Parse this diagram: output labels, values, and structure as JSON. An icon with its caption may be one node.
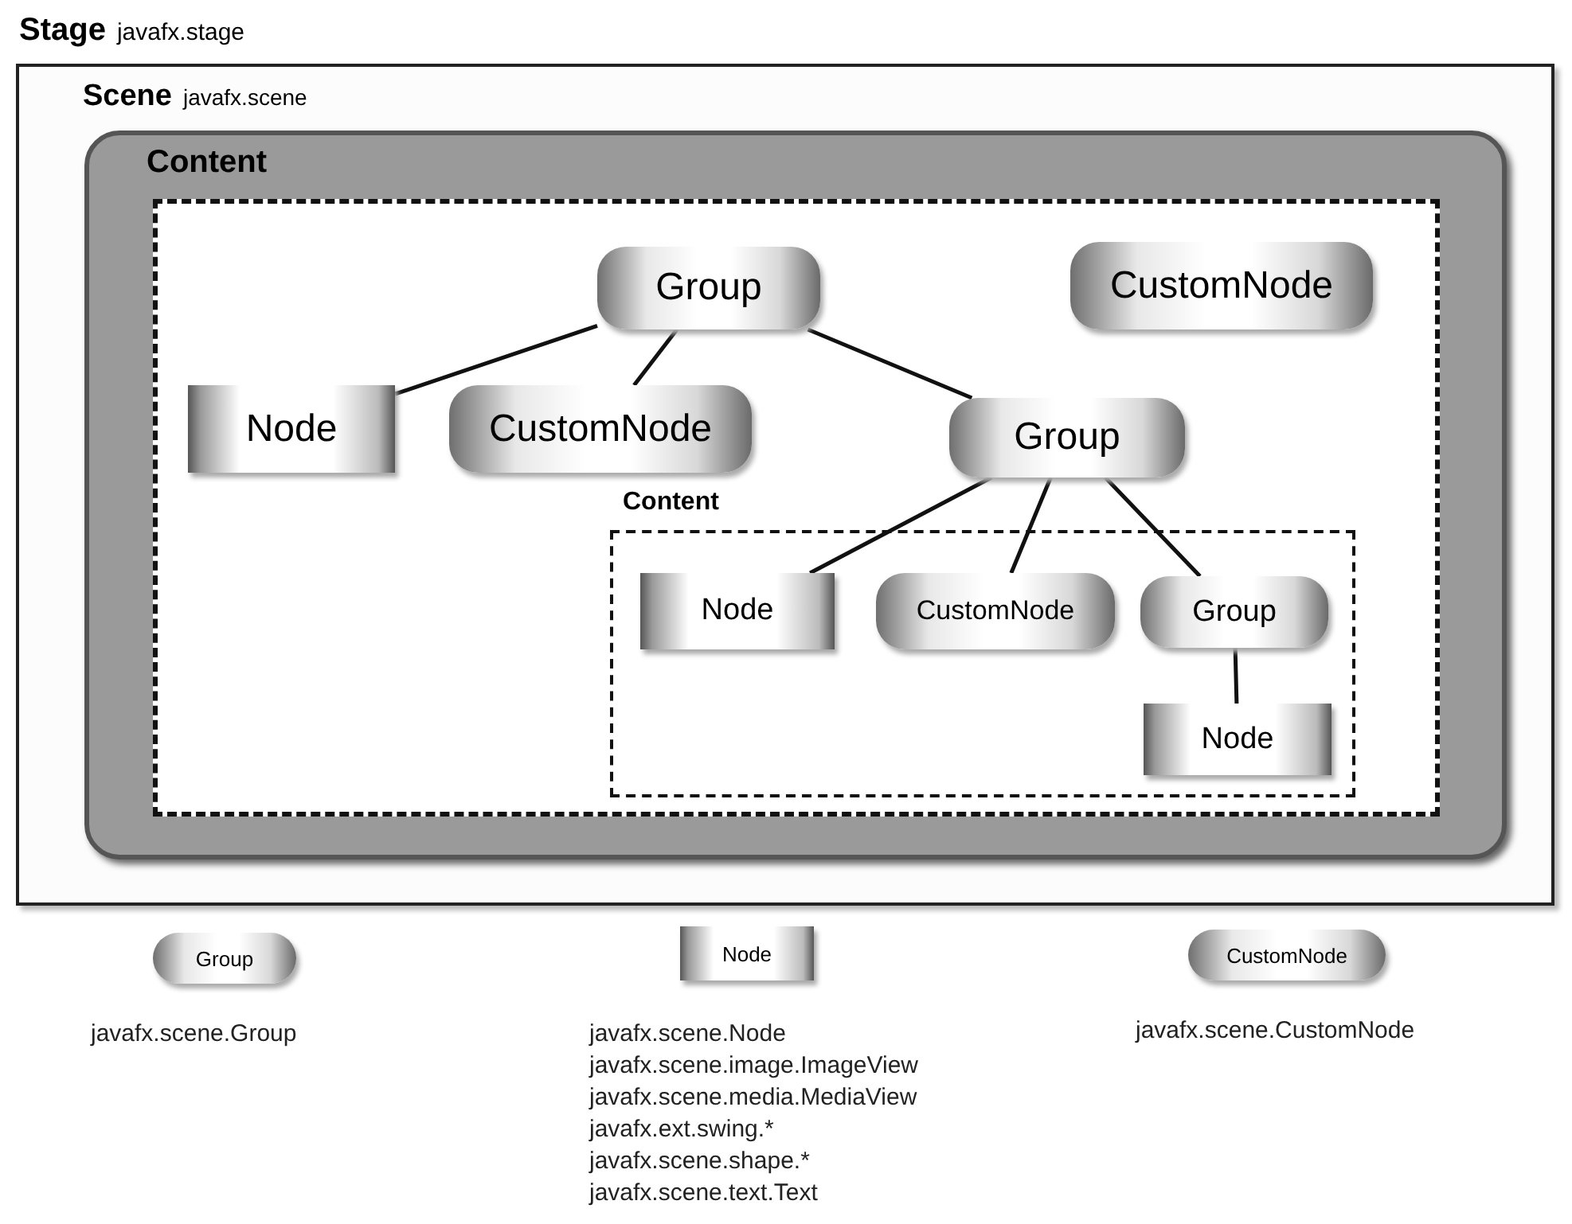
{
  "diagram": {
    "nodes": [
      {
        "text": [
          "Stage",
          "javafx.stage"
        ]
      },
      {
        "text": [
          "Scene",
          "javafx.scene"
        ],
        "in": 0
      },
      {
        "text": [
          "Content"
        ],
        "in": 1
      },
      {
        "text": [],
        "shape": "box",
        "in": 2
      },
      {
        "text": [
          "Group"
        ],
        "in": 3
      },
      {
        "text": [
          "CustomNode"
        ],
        "in": 3
      },
      {
        "text": [
          "Node"
        ],
        "in": 3
      },
      {
        "text": [
          "CustomNode"
        ],
        "in": 3
      },
      {
        "text": [
          "Group"
        ],
        "in": 3
      },
      {
        "text": [
          "Content"
        ],
        "in": 3
      },
      {
        "text": [
          "Node"
        ],
        "in": 9
      },
      {
        "text": [
          "CustomNode"
        ],
        "in": 9
      },
      {
        "text": [
          "Group"
        ],
        "in": 9
      },
      {
        "text": [
          "Node"
        ],
        "in": 9
      },
      {
        "text": [
          "Group"
        ],
        "beside": [
          "javafx.scene.Group"
        ]
      },
      {
        "text": [
          "Node"
        ],
        "beside": [
          "javafx.scene.Node",
          "javafx.scene.image.ImageView",
          "javafx.scene.media.MediaView",
          "javafx.ext.swing.*",
          "javafx.scene.shape.*",
          "javafx.scene.text.Text"
        ]
      },
      {
        "text": [
          "CustomNode"
        ],
        "beside": [
          "javafx.scene.CustomNode"
        ]
      }
    ],
    "edges": [
      {
        "from": 4,
        "to": 6,
        "arrow": "none"
      },
      {
        "from": 4,
        "to": 7,
        "arrow": "none"
      },
      {
        "from": 4,
        "to": 8,
        "arrow": "none"
      },
      {
        "from": 8,
        "to": 10,
        "arrow": "none"
      },
      {
        "from": 8,
        "to": 11,
        "arrow": "none"
      },
      {
        "from": 8,
        "to": 12,
        "arrow": "none"
      },
      {
        "from": 12,
        "to": 13,
        "arrow": "none"
      }
    ]
  }
}
